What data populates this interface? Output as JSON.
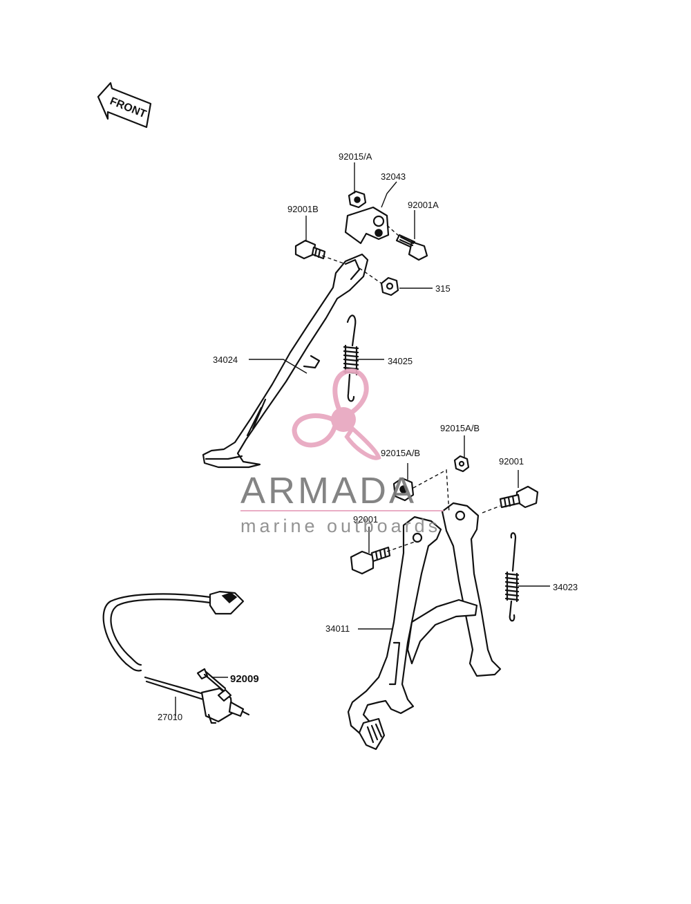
{
  "front_indicator": {
    "label": "FRONT"
  },
  "watermark": {
    "brand": "ARMADA",
    "tagline": "marine outboards",
    "accent_color": "#e8a7c0",
    "text_color": "#7a7a7a"
  },
  "labels": {
    "p92015_a": "92015/A",
    "p32043": "32043",
    "p92001a": "92001A",
    "p92001b": "92001B",
    "p315": "315",
    "p34024": "34024",
    "p34025": "34025",
    "p92015ab_top": "92015A/B",
    "p92015ab_mid": "92015A/B",
    "p92001_right": "92001",
    "p92001_left": "92001",
    "p34023": "34023",
    "p34011": "34011",
    "p92009": "92009",
    "p27010": "27010"
  }
}
